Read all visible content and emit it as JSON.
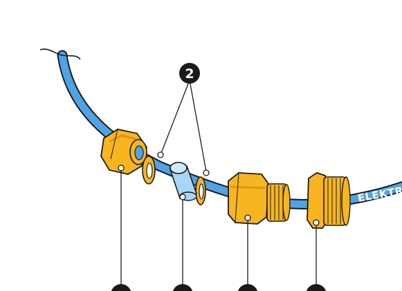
{
  "diagram": {
    "cable_label": "ELEKTRA",
    "callouts": [
      {
        "id": "washers",
        "number": "2"
      },
      {
        "id": "part-a",
        "number": ""
      },
      {
        "id": "part-b",
        "number": ""
      },
      {
        "id": "part-c",
        "number": ""
      },
      {
        "id": "part-d",
        "number": ""
      }
    ]
  },
  "colors": {
    "cable": "#4fa3e6",
    "fitting": "#f7b51f",
    "fitting_shadow": "#e0941a",
    "sleeve": "#a8d6f7",
    "outline": "#1a1a1a",
    "badge": "#1a1a1a"
  }
}
